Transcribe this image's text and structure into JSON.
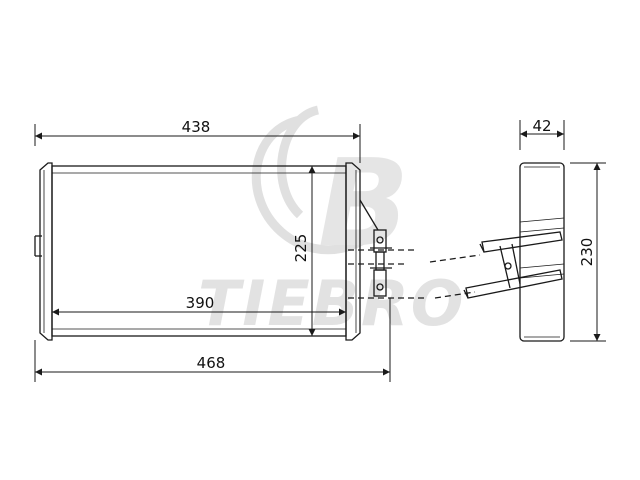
{
  "dimensions": {
    "core_width": "438",
    "core_height": "225",
    "inner_width": "390",
    "overall_width": "468",
    "depth": "42",
    "overall_height": "230"
  },
  "watermark": {
    "text": "TIEBRO",
    "logo_letter": "B"
  },
  "colors": {
    "line": "#1a1a1a",
    "watermark": "#c8c8c8"
  }
}
